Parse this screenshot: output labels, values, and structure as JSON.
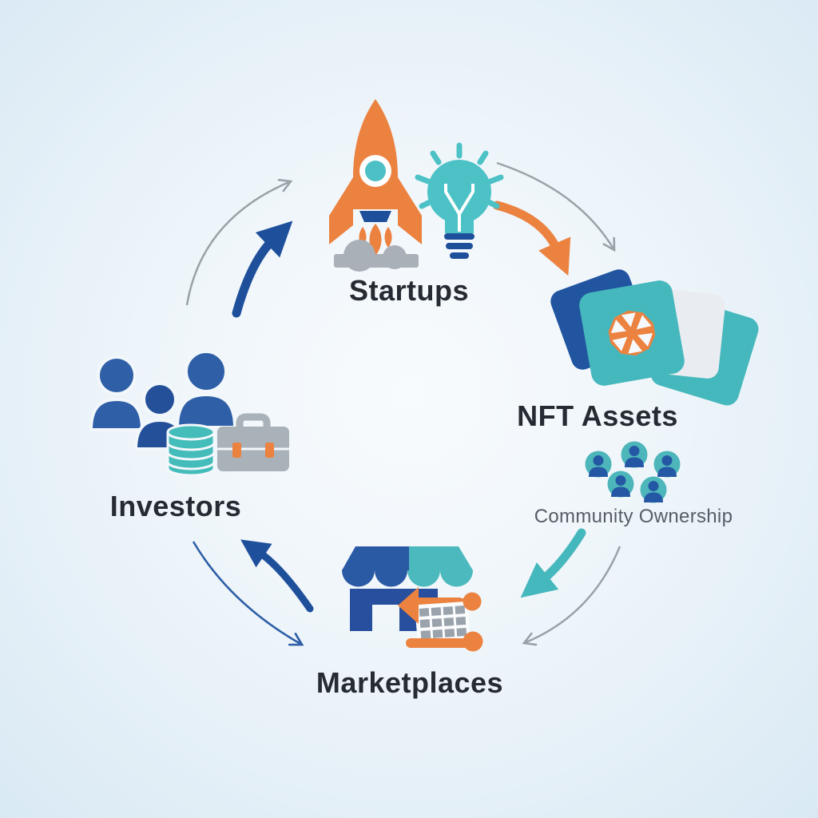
{
  "diagram_type": "circular-flow",
  "background": {
    "center_color": "#f8fbfd",
    "edge_color": "#d9e9f4"
  },
  "palette": {
    "orange": "#EC8240",
    "teal": "#45B8BD",
    "navy": "#1E4F9B",
    "blue": "#2E5FA7",
    "arrow_gray": "#9AA2A9",
    "icon_gray": "#A9B0B8",
    "text_dark": "#262B33",
    "text_gray": "#565D66"
  },
  "nodes": {
    "startups": {
      "label": "Startups",
      "icons": [
        "rocket-icon",
        "lightbulb-icon"
      ]
    },
    "nft_assets": {
      "label": "NFT Assets",
      "icons": [
        "nft-cards-icon",
        "gem-icon"
      ]
    },
    "community": {
      "label": "Community Ownership",
      "icons": [
        "avatar-group-icon"
      ],
      "avatar_count": 5
    },
    "marketplaces": {
      "label": "Marketplaces",
      "icons": [
        "storefront-icon",
        "shopping-cart-icon"
      ]
    },
    "investors": {
      "label": "Investors",
      "icons": [
        "people-group-icon",
        "coin-stack-icon",
        "briefcase-icon"
      ]
    }
  },
  "edges": [
    {
      "from": "investors",
      "to": "startups",
      "style": "thin-open",
      "color": "#9AA2A9"
    },
    {
      "from": "investors",
      "to": "startups",
      "style": "thick-solid",
      "color": "#1E4F9B"
    },
    {
      "from": "startups",
      "to": "nft_assets",
      "style": "thin-open",
      "color": "#9AA2A9"
    },
    {
      "from": "startups",
      "to": "nft_assets",
      "style": "thick-solid",
      "color": "#EC8240"
    },
    {
      "from": "community",
      "to": "marketplaces",
      "style": "thick-solid",
      "color": "#45B8BD"
    },
    {
      "from": "community",
      "to": "marketplaces",
      "style": "thin-open",
      "color": "#9AA2A9"
    },
    {
      "from": "marketplaces",
      "to": "investors",
      "style": "thick-solid",
      "color": "#1E4F9B"
    },
    {
      "from": "investors",
      "to": "marketplaces",
      "style": "thin-open",
      "color": "#2E5FA7"
    }
  ]
}
